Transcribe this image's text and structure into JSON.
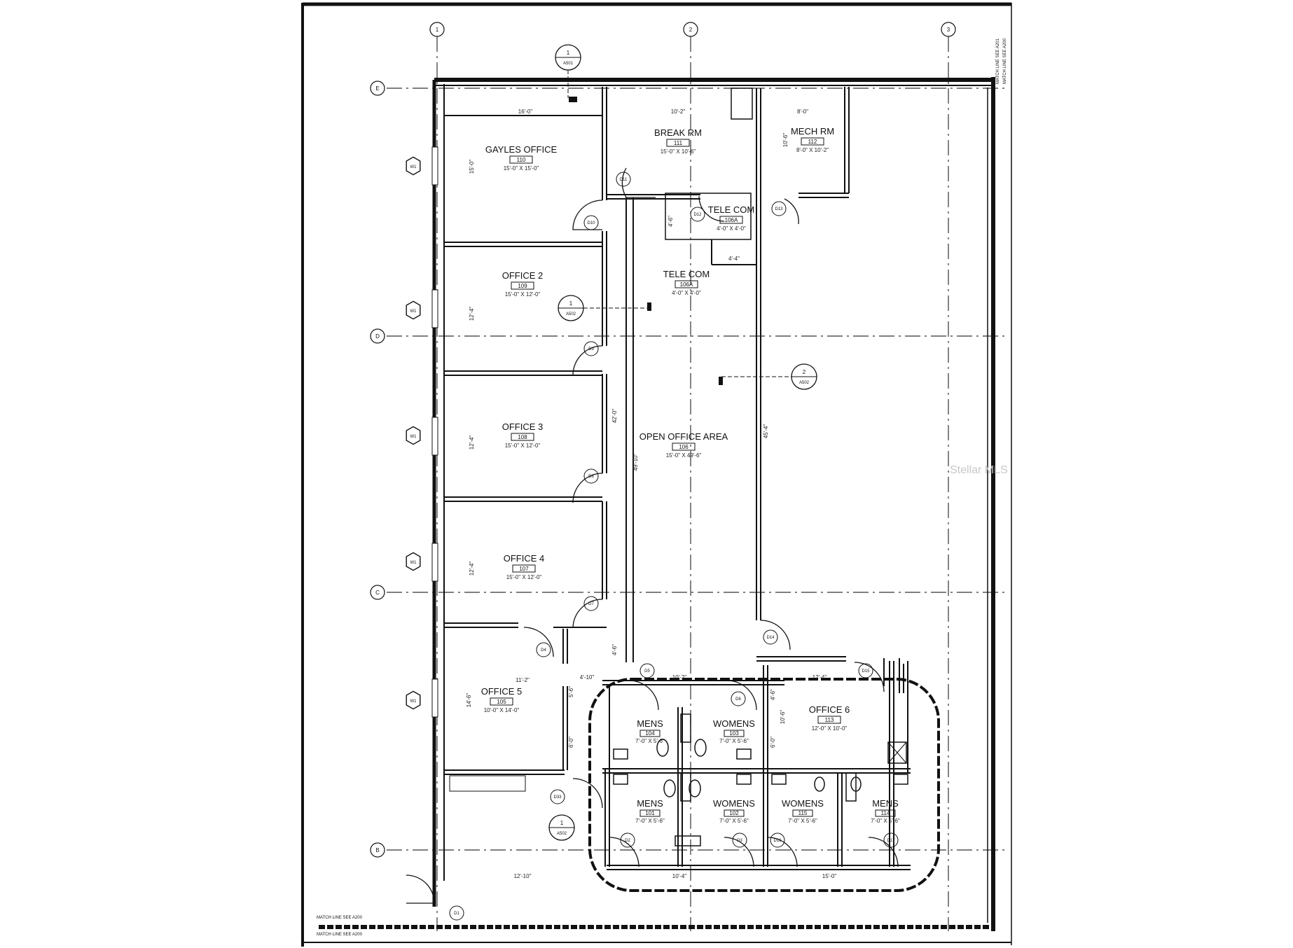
{
  "grid": {
    "columns": [
      "1",
      "2",
      "3"
    ],
    "rows": [
      "E",
      "D",
      "C",
      "B"
    ]
  },
  "rooms": [
    {
      "name": "GAYLES OFFICE",
      "number": "110",
      "size": "15'-0\" X 15'-0\""
    },
    {
      "name": "BREAK RM",
      "number": "111",
      "size": "15'-0\" X 10'-6\""
    },
    {
      "name": "MECH RM",
      "number": "112",
      "size": "8'-0\" X 10'-2\""
    },
    {
      "name": "TELE COM",
      "number": "106A",
      "size": "4'-0\" X 4'-0\""
    },
    {
      "name": "TELE COM",
      "number": "106A",
      "size": "4'-0\" X 4'-0\""
    },
    {
      "name": "OFFICE 2",
      "number": "109",
      "size": "15'-0\" X 12'-0\""
    },
    {
      "name": "OFFICE 3",
      "number": "108",
      "size": "15'-0\" X 12'-0\""
    },
    {
      "name": "OPEN OFFICE AREA",
      "number": "106",
      "size": "15'-0\" X 49'-6\""
    },
    {
      "name": "OFFICE 4",
      "number": "107",
      "size": "15'-0\" X 12'-0\""
    },
    {
      "name": "OFFICE 5",
      "number": "105",
      "size": "10'-0\" X 14'-0\""
    },
    {
      "name": "OFFICE 6",
      "number": "113",
      "size": "12'-0\" X 10'-0\""
    },
    {
      "name": "MENS",
      "number": "104",
      "size": "7'-0\" X 5'-6\""
    },
    {
      "name": "WOMENS",
      "number": "103",
      "size": "7'-0\" X 5'-6\""
    },
    {
      "name": "MENS",
      "number": "101",
      "size": "7'-0\" X 5'-6\""
    },
    {
      "name": "WOMENS",
      "number": "102",
      "size": "7'-0\" X 5'-6\""
    },
    {
      "name": "WOMENS",
      "number": "115",
      "size": "7'-0\" X 5'-6\""
    },
    {
      "name": "MENS",
      "number": "114",
      "size": "7'-0\" X 5'-6\""
    }
  ],
  "doors": [
    "D1",
    "D2",
    "D3",
    "D4",
    "D5",
    "D6",
    "D7",
    "D8",
    "D9",
    "D10",
    "D11",
    "D12",
    "D13",
    "D14",
    "D15",
    "D16",
    "D17",
    "D33"
  ],
  "windows": [
    "W1",
    "W1",
    "W1",
    "W1",
    "W1"
  ],
  "section_markers": [
    {
      "num": "1",
      "sheet": "A501"
    },
    {
      "num": "1",
      "sheet": "A502"
    },
    {
      "num": "2",
      "sheet": "A502"
    },
    {
      "num": "1",
      "sheet": "A502"
    }
  ],
  "dimensions": [
    "16'-0\"",
    "10'-2\"",
    "8'-0\"",
    "15'-0\"",
    "10'-6\"",
    "4'-6\"",
    "4'-4\"",
    "12'-4\"",
    "12'-4\"",
    "12'-4\"",
    "42'-0\"",
    "49'-10\"",
    "45'-4\"",
    "11'-2\"",
    "4'-10\"",
    "10'-2\"",
    "12'-4\"",
    "5'-6\"",
    "6'-0\"",
    "6'-0\"",
    "10'-6\"",
    "4'-6\"",
    "12'-10\"",
    "10'-4\"",
    "15'-0\"",
    "14'-6\"",
    "4'-6\""
  ],
  "match_lines": [
    "MATCH LINE SEE A200",
    "MATCH LINE SEE A200",
    "MATCH LINE SEE A201",
    "MATCH LINE SEE A200"
  ],
  "watermark": "Stellar MLS"
}
